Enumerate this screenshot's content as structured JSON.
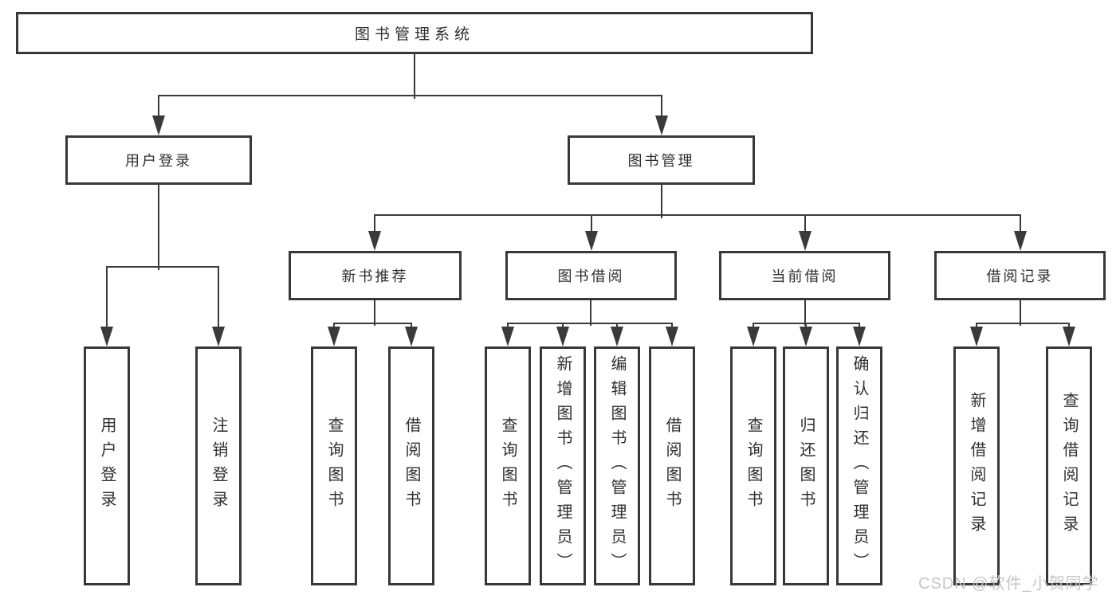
{
  "root": {
    "label": "图书管理系统"
  },
  "user_login": {
    "label": "用户登录",
    "children": {
      "login": "用户登录",
      "logout": "注销登录"
    }
  },
  "book_mgmt": {
    "label": "图书管理",
    "sections": {
      "new_book_rec": {
        "label": "新书推荐",
        "children": {
          "query_book": "查询图书",
          "borrow_book": "借阅图书"
        }
      },
      "book_borrow": {
        "label": "图书借阅",
        "children": {
          "query_book": "查询图书",
          "add_book": "新增图书（管理员）",
          "edit_book": "编辑图书（管理员）",
          "borrow_book": "借阅图书"
        }
      },
      "current_borrow": {
        "label": "当前借阅",
        "children": {
          "query_book": "查询图书",
          "return_book": "归还图书",
          "confirm_return": "确认归还（管理员）"
        }
      },
      "borrow_record": {
        "label": "借阅记录",
        "children": {
          "add_record": "新增借阅记录",
          "query_record": "查询借阅记录"
        }
      }
    }
  },
  "watermark": "CSDN @软件_小贺同学",
  "colors": {
    "line": "#3a3a3a",
    "border": "#383838",
    "text": "#2f2f2f",
    "watermark": "#c6c6c6",
    "background": "#ffffff"
  }
}
